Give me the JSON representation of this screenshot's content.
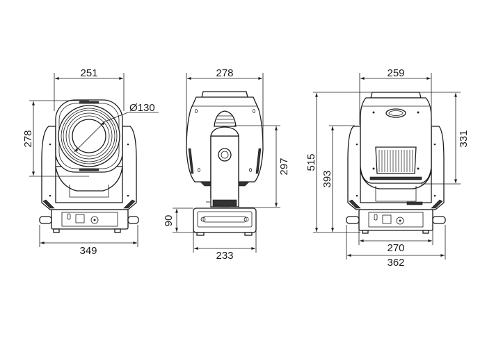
{
  "front_view": {
    "width": "251",
    "height": "278",
    "lens_diameter": "Ø130",
    "base_width": "349"
  },
  "side_view": {
    "width": "278",
    "arm_height": "297",
    "base_height": "90",
    "base_width": "233"
  },
  "back_view": {
    "width": "259",
    "total_height": "515",
    "yoke_height": "393",
    "head_height": "331",
    "base_width": "270",
    "handle_width": "362"
  }
}
